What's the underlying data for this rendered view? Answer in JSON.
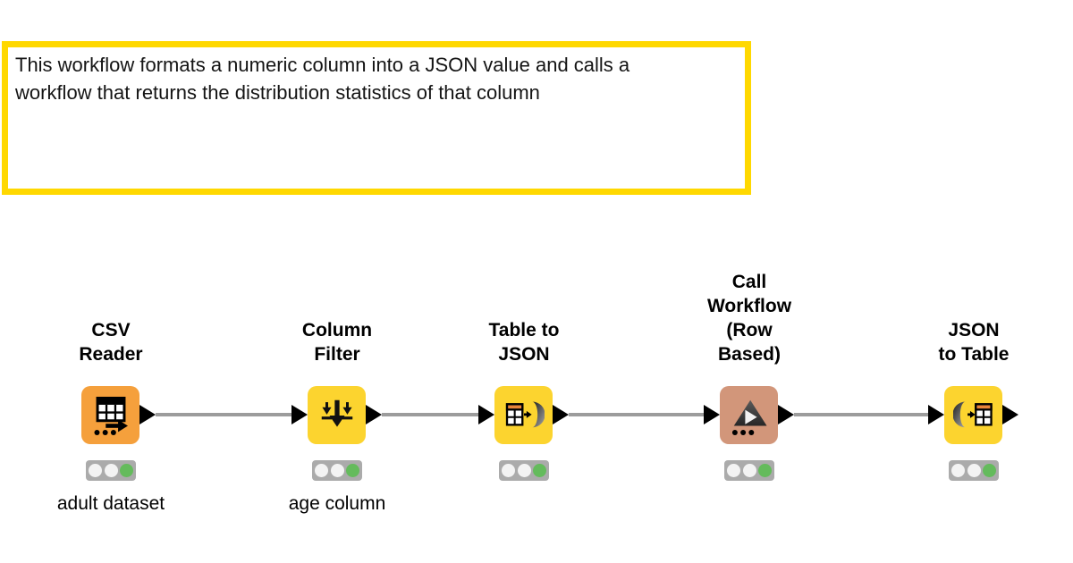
{
  "colors": {
    "annotation_border": "#FFD800",
    "node_orange": "#F5A03C",
    "node_yellow": "#FCD42F",
    "node_tan": "#D2967A",
    "status_green": "#64BB5C",
    "connection_gray": "#9C9C9C",
    "port_black": "#000000"
  },
  "annotation": {
    "text": "This workflow formats a numeric column into a JSON value and calls a\nworkflow that returns the distribution statistics of that column"
  },
  "workflow": {
    "nodes": [
      {
        "title": "CSV Reader",
        "label": "adult dataset",
        "icon": "table-export-icon",
        "color": "#F5A03C",
        "status": "executed"
      },
      {
        "title": "Column Filter",
        "label": "age column",
        "icon": "filter-columns-icon",
        "color": "#FCD42F",
        "status": "executed"
      },
      {
        "title": "Table to JSON",
        "label": "",
        "icon": "table-to-json-icon",
        "color": "#FCD42F",
        "status": "executed"
      },
      {
        "title": "Call Workflow\n(Row Based)",
        "label": "",
        "icon": "call-workflow-icon",
        "color": "#D2967A",
        "status": "executed"
      },
      {
        "title": "JSON to Table",
        "label": "",
        "icon": "json-to-table-icon",
        "color": "#FCD42F",
        "status": "executed"
      }
    ]
  }
}
